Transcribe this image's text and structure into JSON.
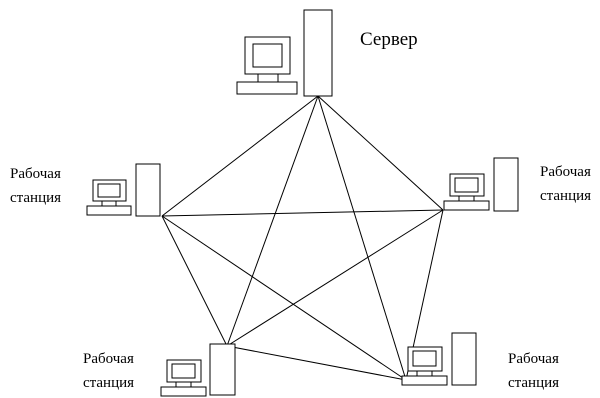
{
  "diagram": {
    "server": {
      "label": "Сервер"
    },
    "workstations": [
      {
        "id": "left",
        "line1": "Рабочая",
        "line2": "станция"
      },
      {
        "id": "right",
        "line1": "Рабочая",
        "line2": "станция"
      },
      {
        "id": "bottom-left",
        "line1": "Рабочая",
        "line2": "станция"
      },
      {
        "id": "bottom-right",
        "line1": "Рабочая",
        "line2": "станция"
      }
    ],
    "topology": "full-mesh",
    "line_color": "#000000"
  }
}
